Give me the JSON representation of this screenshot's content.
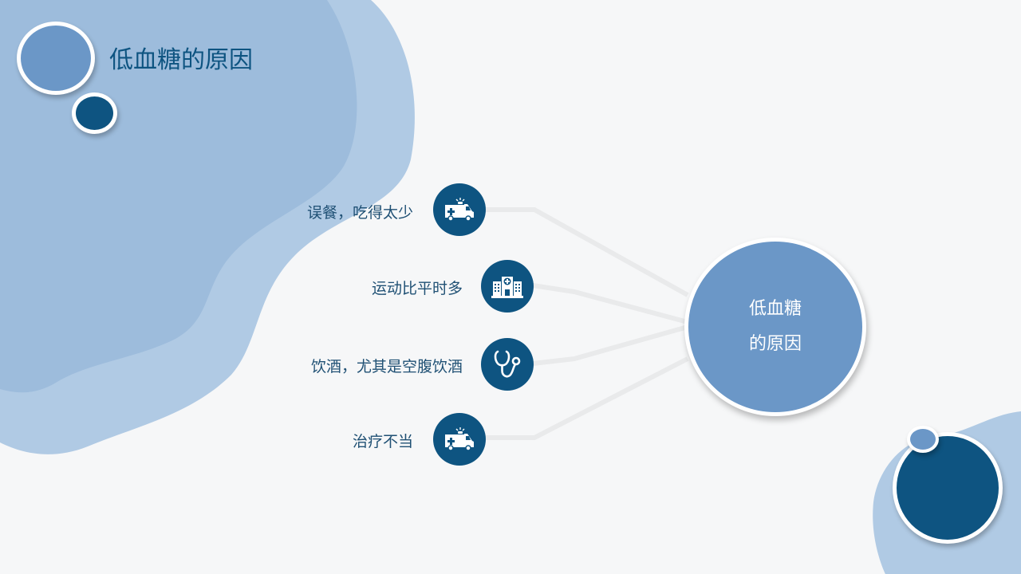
{
  "slide": {
    "title": "低血糖的原因",
    "center": {
      "line1": "低血糖",
      "line2": "的原因"
    },
    "items": [
      {
        "label": "误餐，吃得太少",
        "icon": "ambulance-icon"
      },
      {
        "label": "运动比平时多",
        "icon": "hospital-icon"
      },
      {
        "label": "饮酒，尤其是空腹饮酒",
        "icon": "stethoscope-icon"
      },
      {
        "label": "治疗不当",
        "icon": "ambulance-icon"
      }
    ]
  },
  "colors": {
    "dark_blue": "#0e5481",
    "mid_blue": "#6b97c7",
    "light_blue": "#9dbcdc",
    "pale_blue": "#b0cae4",
    "background": "#f6f7f8"
  }
}
